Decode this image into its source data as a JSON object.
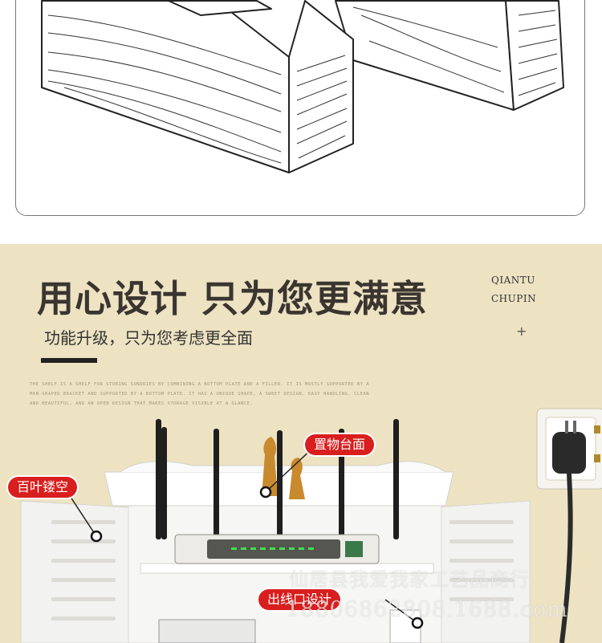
{
  "headline": "用心设计 只为您更满意",
  "subheadline": "功能升级，只为您考虑更全面",
  "brand": {
    "line1": "QIANTU",
    "line2": "CHUPIN"
  },
  "plus_symbol": "+",
  "description": "THE SHELF IS A SHELF FOR STORING SUNDRIES BY COMBINING A BOTTOM PLATE AND A FILLER. IT IS MOSTLY SUPPORTED BY A MAN-SHAPED BRACKET AND SUPPORTED BY A BOTTOM PLATE. IT HAS A UNIQUE SHAPE, A SWEET DESIGN, EASY HANDLING, CLEAN AND BEAUTIFUL, AND AN OPEN DESIGN THAT MAKES STORAGE VISIBLE AT A GLANCE.",
  "callouts": {
    "shelf_top": "置物台面",
    "louver": "百叶镂空",
    "cable_outlet": "出线口设计"
  },
  "watermark": {
    "shop_name": "仙居县我爱我家工艺品商行",
    "contact": "18806862808.1688.com"
  },
  "colors": {
    "section_background": "#ede2c2",
    "callout_red": "#d91e1e",
    "headline_text": "#3a3530",
    "cabinet_white": "#f4f4f2"
  }
}
